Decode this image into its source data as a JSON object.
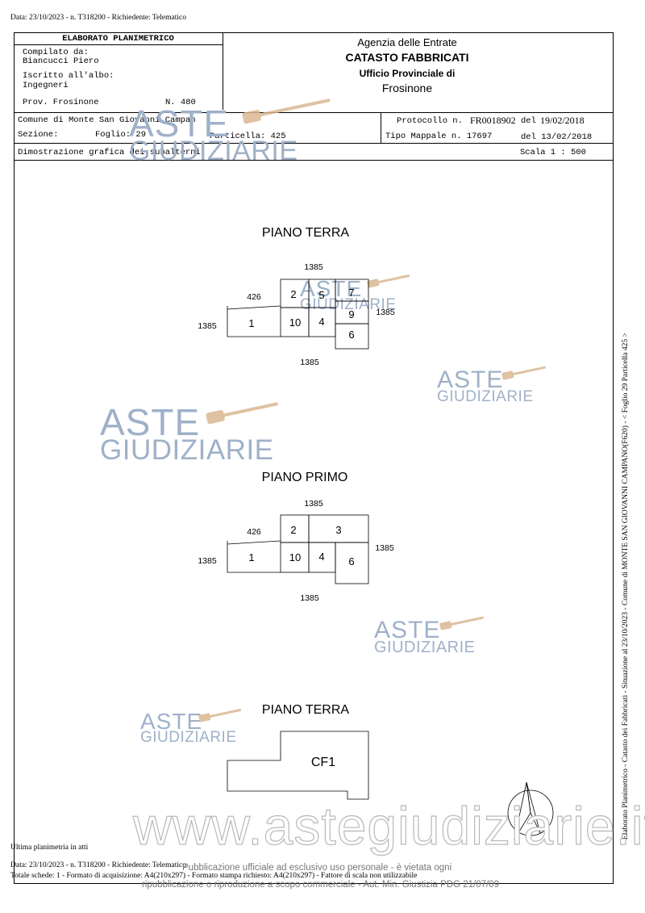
{
  "top_info": "Data: 23/10/2023 - n. T318200 - Richiedente: Telematico",
  "header": {
    "box_title": "ELABORATO PLANIMETRICO",
    "compilato_label": "Compilato da:",
    "compilato_name": "Biancucci Piero",
    "iscritto_label": "Iscritto all'albo:",
    "iscritto_value": "Ingegneri",
    "prov_label": "Prov. Frosinone",
    "prov_number": "N. 480",
    "agency_line1": "Agenzia delle Entrate",
    "agency_line2": "CATASTO FABBRICATI",
    "agency_line3": "Ufficio Provinciale di",
    "agency_line4": "Frosinone"
  },
  "info_row": {
    "comune": "Comune di Monte San Giovanni Campan",
    "sezione_label": "Sezione:",
    "foglio": "Foglio: 29",
    "particella": "Particella: 425",
    "protocollo_label": "Protocollo n.",
    "protocollo_value": "FR0018902",
    "protocollo_del": "del",
    "protocollo_date": "19/02/2018",
    "tipo_label": "Tipo Mappale n. 17697",
    "tipo_del": "del 13/02/2018",
    "dimostrazione": "Dimostrazione grafica dei subalterni",
    "scala": "Scala 1 : 500"
  },
  "plans": {
    "p1": {
      "title": "PIANO TERRA",
      "dim_top": "1385",
      "dim_left": "1385",
      "dim_right": "1385",
      "dim_bottom": "1385",
      "dim_426": "426",
      "rooms": [
        "1",
        "2",
        "10",
        "5",
        "4",
        "7",
        "9",
        "6"
      ]
    },
    "p2": {
      "title": "PIANO PRIMO",
      "dim_top": "1385",
      "dim_left": "1385",
      "dim_right": "1385",
      "dim_bottom": "1385",
      "dim_426": "426",
      "rooms": [
        "1",
        "2",
        "10",
        "4",
        "3",
        "6"
      ]
    },
    "p3": {
      "title": "PIANO TERRA",
      "label": "CF1"
    }
  },
  "watermark": {
    "line1": "ASTE",
    "line2": "GIUDIZIARIE",
    "site": "www.astegiudiziarie.it"
  },
  "side_text": "Elaborato Planimetrico - Catasto dei Fabbricati - Situazione al 23/10/2023 - Comune di MONTE SAN GIOVANNI CAMPANO(F620) - < Foglio 29 Particella 425 >",
  "footer": {
    "ultima": "Ultima planimetria in atti",
    "line1": "Data: 23/10/2023 - n. T318200 - Richiedente: Telematico",
    "line2": "Totale schede: 1 - Formato di acquisizione: A4(210x297) - Formato stampa richiesto: A4(210x297) - Fattore di scala non utilizzabile",
    "notice1": "Pubblicazione ufficiale ad esclusivo uso personale - è vietata ogni",
    "notice2": "ripubblicazione o riproduzione a scopo commerciale - Aut. Min. Giustizia PDG 21/07/09"
  },
  "colors": {
    "watermark": "#9fb1c9",
    "line": "#000000"
  }
}
